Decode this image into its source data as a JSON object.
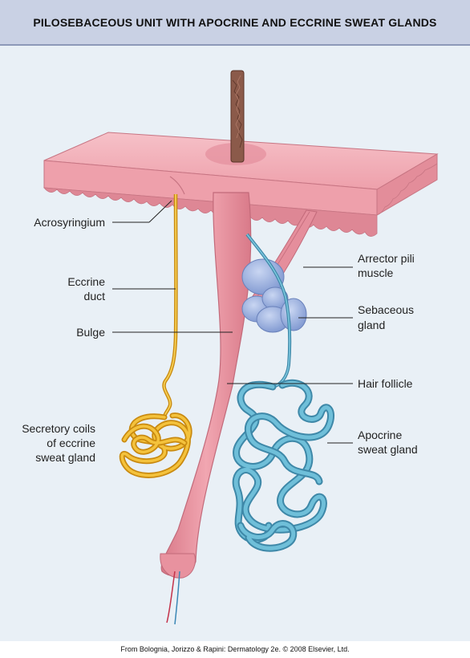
{
  "title": "PILOSEBACEOUS UNIT WITH APOCRINE AND ECCRINE SWEAT GLANDS",
  "credit": "From Bolognia, Jorizzo & Rapini: Dermatology 2e. © 2008 Elsevier, Ltd.",
  "labels": {
    "acrosyringium": "Acrosyringium",
    "eccrine_duct_1": "Eccrine",
    "eccrine_duct_2": "duct",
    "bulge": "Bulge",
    "secretory_1": "Secretory coils",
    "secretory_2": "of eccrine",
    "secretory_3": "sweat gland",
    "arrector_1": "Arrector pili",
    "arrector_2": "muscle",
    "sebaceous_1": "Sebaceous",
    "sebaceous_2": "gland",
    "hair_follicle": "Hair follicle",
    "apocrine_1": "Apocrine",
    "apocrine_2": "sweat gland"
  },
  "colors": {
    "skin": "#eea0ab",
    "skin_dark": "#d87c8a",
    "hair": "#8b5a4a",
    "eccrine": "#f0b424",
    "apocrine": "#4fa6c4",
    "sebaceous": "#8fa8dc",
    "background": "#e9f0f6",
    "header": "#c9d1e4"
  }
}
